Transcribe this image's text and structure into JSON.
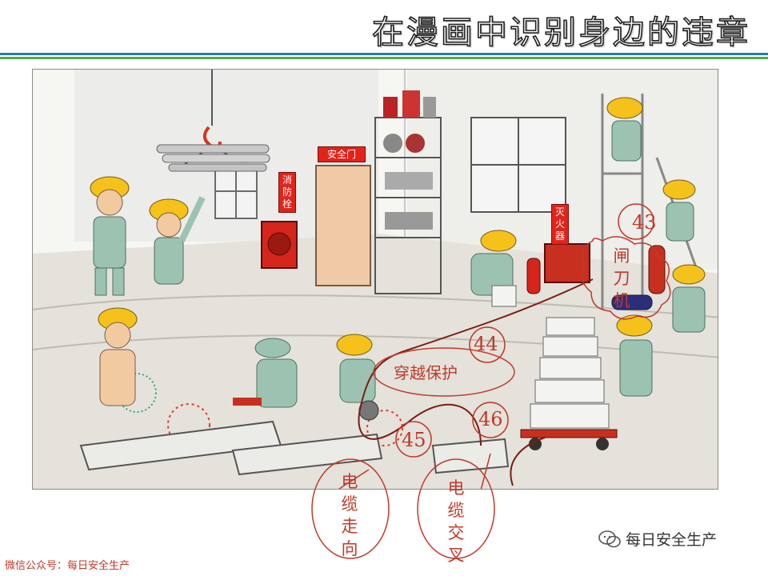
{
  "title": "在漫画中识别身边的违章",
  "signs": {
    "safety_door": "安全门",
    "hydrant": "消防栓",
    "extinguisher": "灭火器"
  },
  "annotations": [
    {
      "number": "43",
      "label": "闸刀机"
    },
    {
      "number": "44",
      "label": "穿越保护"
    },
    {
      "number": "45",
      "label": "电缆走向"
    },
    {
      "number": "46",
      "label": "电缆交叉"
    }
  ],
  "footer": {
    "left": "微信公众号：每日安全生产",
    "right": "每日安全生产"
  },
  "colors": {
    "annotation_red": "#c0392b",
    "rule_blue": "#1e7bbf",
    "rule_green": "#5aa845",
    "helmet_yellow": "#f4c21b",
    "uniform_green": "#9cc3b1"
  },
  "icons": {
    "footer_logo": "wechat-icon"
  }
}
